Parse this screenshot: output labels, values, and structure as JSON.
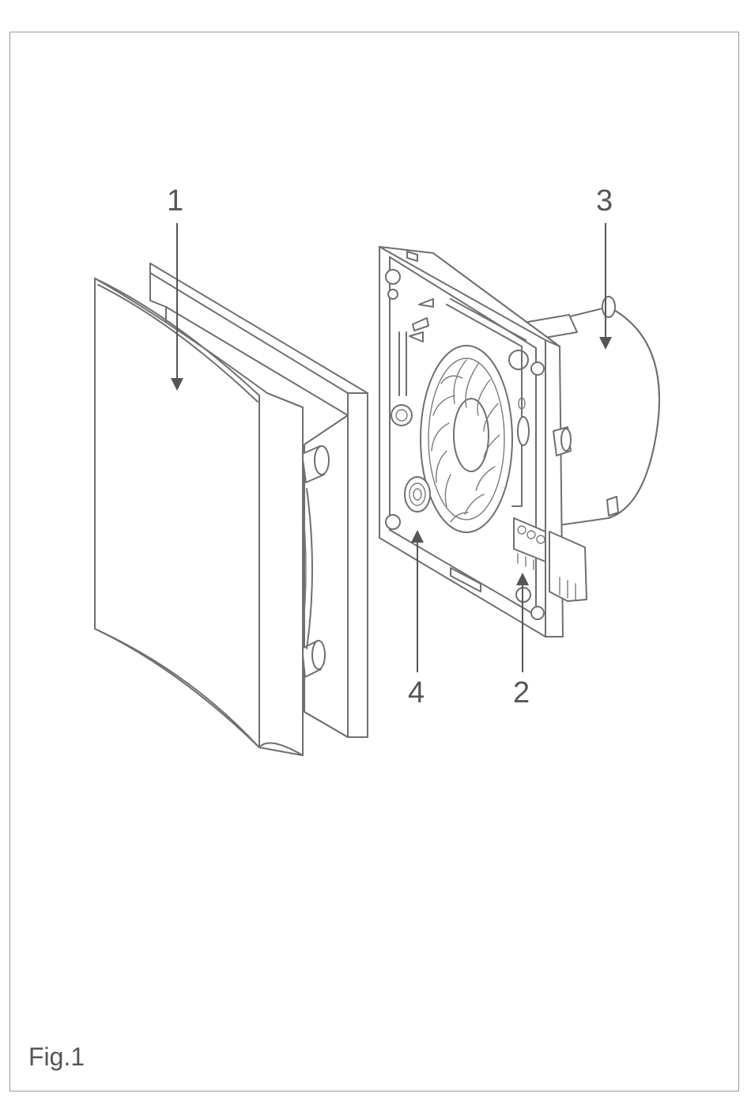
{
  "figure": {
    "label": "Fig.1",
    "callouts": [
      {
        "id": "1",
        "label": "1"
      },
      {
        "id": "2",
        "label": "2"
      },
      {
        "id": "3",
        "label": "3"
      },
      {
        "id": "4",
        "label": "4"
      }
    ]
  },
  "colors": {
    "line": "#6f6f6f",
    "text": "#555555",
    "frame": "#9a9a9a",
    "background": "#ffffff"
  }
}
